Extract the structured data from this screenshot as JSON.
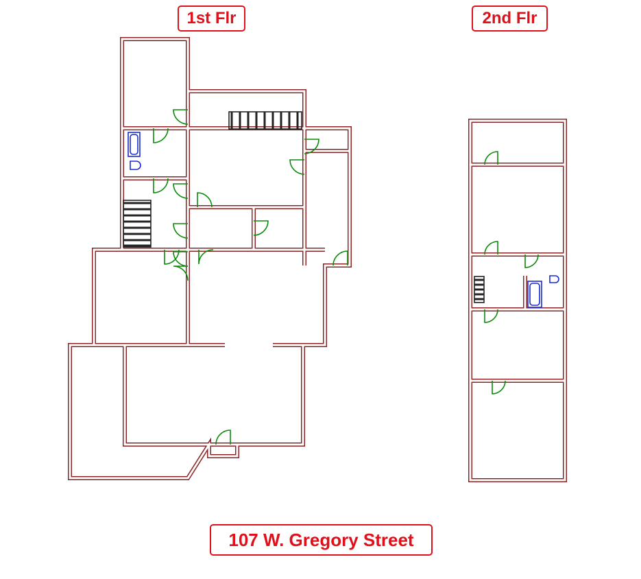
{
  "labels": {
    "first_floor": "1st Flr",
    "second_floor": "2nd Flr",
    "address": "107 W. Gregory Street"
  },
  "colors": {
    "label_red": "#e0101a",
    "wall": "#8a2424",
    "door": "#0a8a0a",
    "fixture": "#1a2ad0"
  }
}
